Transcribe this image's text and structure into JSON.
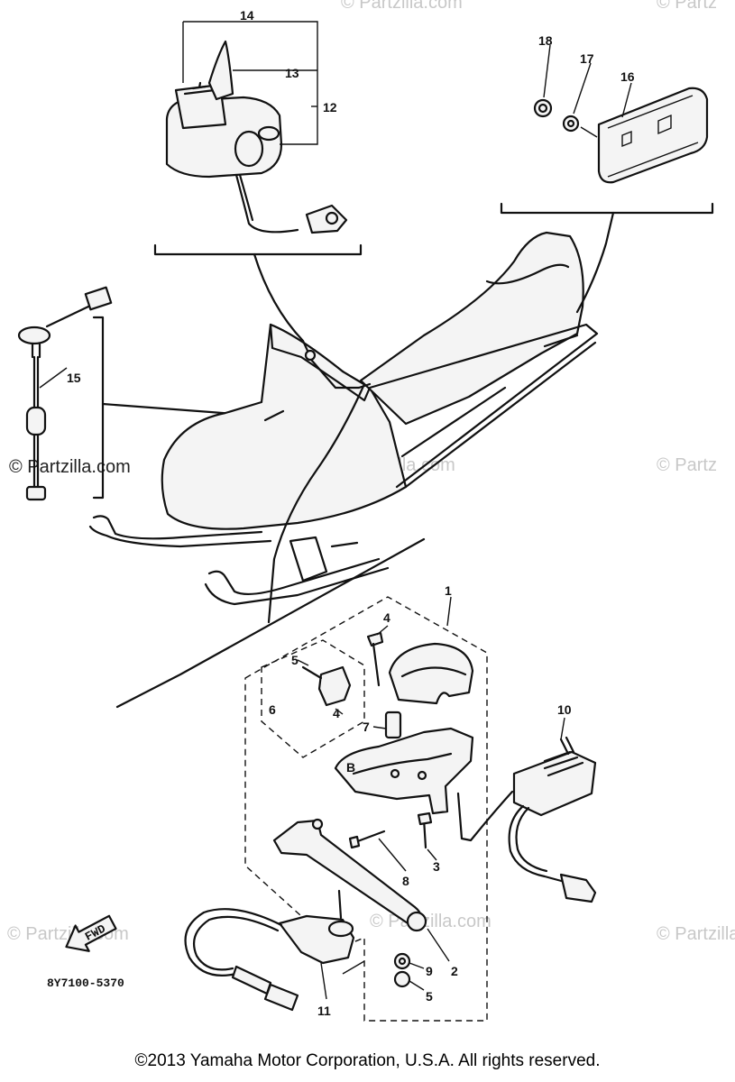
{
  "diagram": {
    "part_labels": {
      "p1": "1",
      "p2": "2",
      "p3": "3",
      "p4": "4",
      "p5": "5",
      "p6": "6",
      "p7": "7",
      "p8": "8",
      "p9": "9",
      "p10": "10",
      "p11": "11",
      "p12": "12",
      "p13": "13",
      "p14": "14",
      "p15": "15",
      "p16": "16",
      "p17": "17",
      "p18": "18"
    },
    "part_code": "8Y7100-5370",
    "front_arrow": "FWD",
    "watermarks": {
      "w1": "© Partzilla.com",
      "w2": "© Partzilla.com",
      "w3": "© Partz",
      "w4": "© Partzilla.com",
      "w5": "© Partzilla.com",
      "w6": "© Partz",
      "w7": "© Partzilla.com",
      "w8": "© Partzilla.com"
    }
  },
  "footer": {
    "copyright": "©2013 Yamaha Motor Corporation, U.S.A. All rights reserved."
  }
}
